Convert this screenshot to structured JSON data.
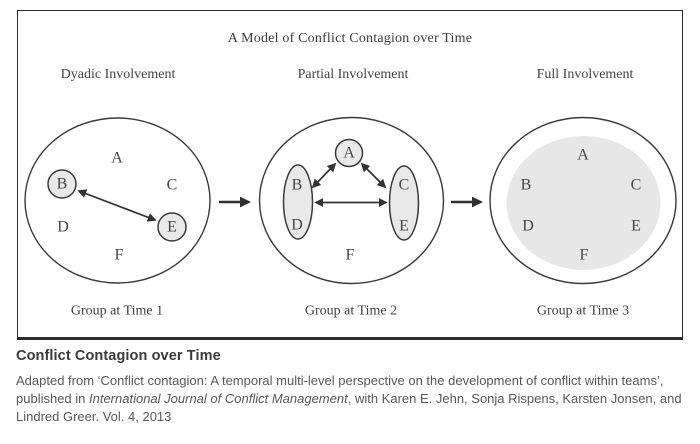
{
  "model": {
    "title": "A Model of Conflict Contagion over Time",
    "stages": [
      {
        "heading": "Dyadic Involvement",
        "group_label": "Group at Time 1",
        "ambient": [
          "A",
          "C",
          "D",
          "F"
        ],
        "nodes": [
          "B",
          "E"
        ]
      },
      {
        "heading": "Partial Involvement",
        "group_label": "Group at Time 2",
        "top_node": "A",
        "left_pair": [
          "B",
          "D"
        ],
        "right_pair": [
          "C",
          "E"
        ],
        "ambient": [
          "F"
        ]
      },
      {
        "heading": "Full Involvement",
        "group_label": "Group at Time 3",
        "members": [
          "A",
          "B",
          "C",
          "D",
          "E",
          "F"
        ]
      }
    ]
  },
  "caption": {
    "heading": "Conflict Contagion over Time",
    "body_before": "Adapted from ‘Conflict contagion: A temporal multi-level perspective on the development of conflict within teams’, published in ",
    "body_italic": "International Journal of Conflict Management",
    "body_after": ", with Karen E. Jehn, Sonja Rispens, Karsten Jonsen, and Lindred Greer. Vol. 4, 2013"
  },
  "colors": {
    "ink": "#39393b",
    "node_fill": "#e9e9e9",
    "full_group_fill": "#e7e7e7",
    "caption_heading": "#3a3a3c",
    "caption_body": "#58585a",
    "frame_border": "#2c2c2e"
  }
}
